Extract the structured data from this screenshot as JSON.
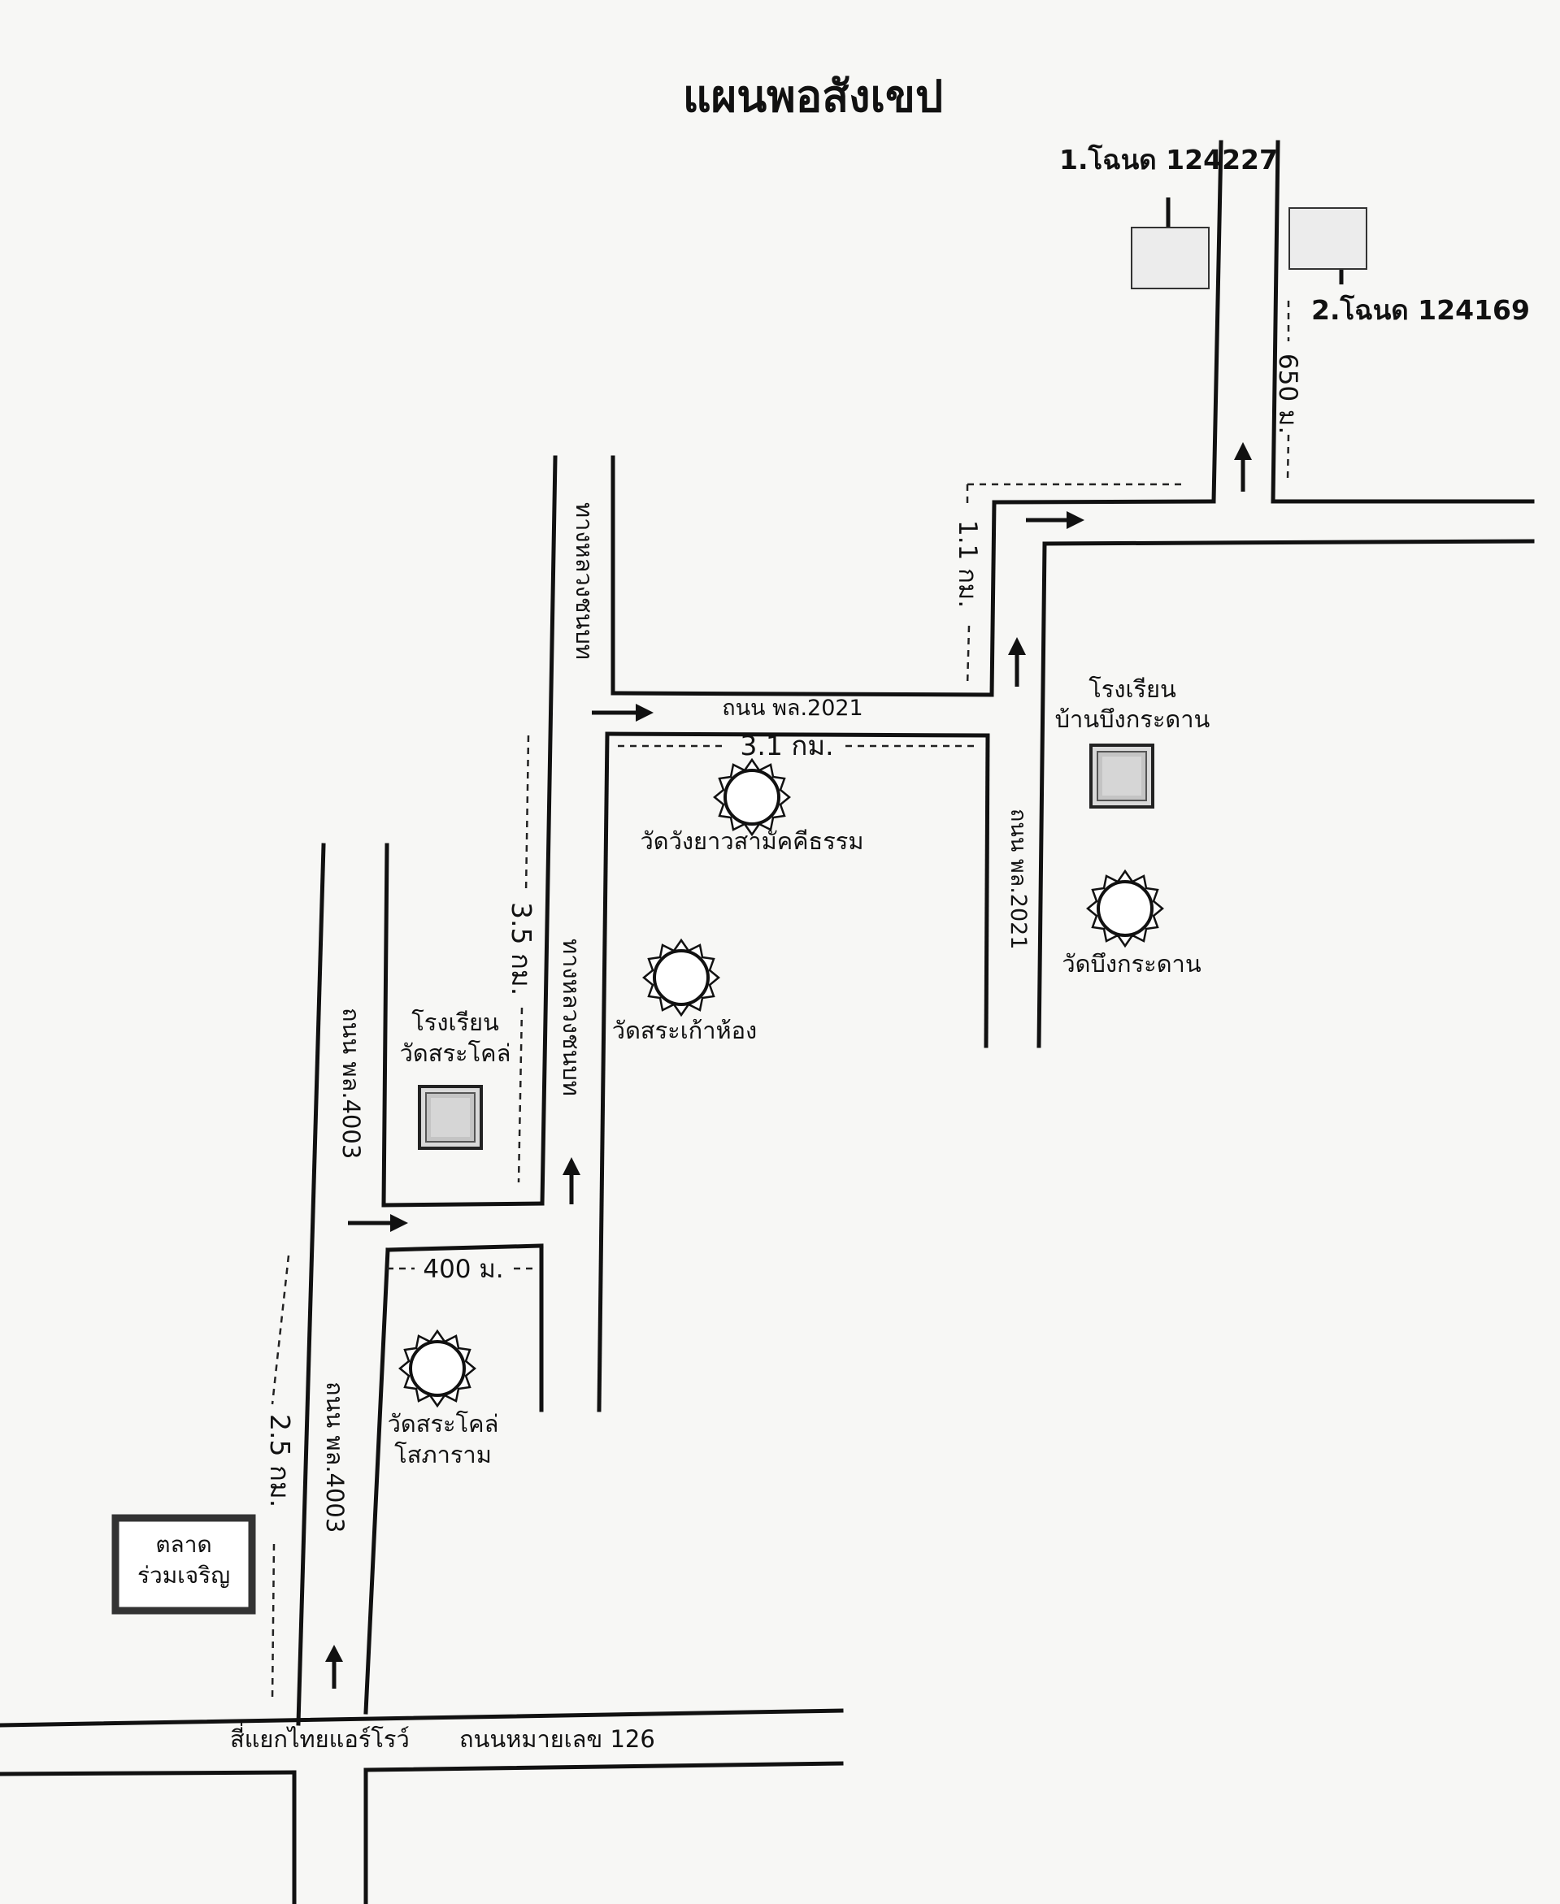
{
  "map": {
    "title": "แผนพอสังเขป",
    "plots": [
      {
        "id": "plot1",
        "label": "1.โฉนด 124227"
      },
      {
        "id": "plot2",
        "label": "2.โฉนด 124169"
      }
    ],
    "roads": {
      "highway_126": "ถนนหมายเลข 126",
      "intersection": "สี่แยกไทยแอร์โรว์",
      "pl4003_lower": "ถนน พล.4003",
      "pl4003_upper": "ถนน พล.4003",
      "rural_road_upper": "ทางหลวงชนบท",
      "rural_road_lower": "ทางหลวงชนบท",
      "pl2021_horizontal": "ถนน พล.2021",
      "pl2021_vertical": "ถนน พล.2021"
    },
    "distances": {
      "d_2_5km": "2.5 กม.",
      "d_400m": "400 ม.",
      "d_3_5km": "3.5 กม.",
      "d_3_1km": "3.1 กม.",
      "d_1_1km": "1.1 กม.",
      "d_650m": "650 ม."
    },
    "landmarks": {
      "market_line1": "ตลาด",
      "market_line2": "ร่วมเจริญ",
      "wat_sakhon_line1": "วัดสระโคล่",
      "wat_sakhon_line2": "โสภาราม",
      "school_sakhon_line1": "โรงเรียน",
      "school_sakhon_line2": "วัดสระโคล่",
      "wat_sakaohong": "วัดสระเก้าห้อง",
      "wat_wangyao": "วัดวังยาวสามัคคีธรรม",
      "school_bueng_line1": "โรงเรียน",
      "school_bueng_line2": "บ้านบึงกระดาน",
      "wat_bueng": "วัดบึงกระดาน"
    },
    "icons": {
      "temple": "temple-icon",
      "school": "school-icon",
      "market": "market-icon",
      "plot": "land-plot-icon",
      "arrow": "direction-arrow-icon"
    }
  }
}
